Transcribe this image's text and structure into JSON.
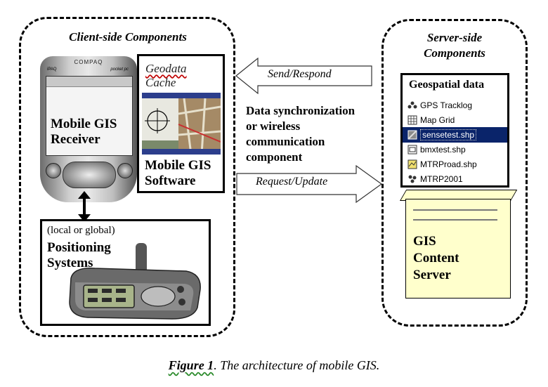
{
  "client": {
    "title": "Client-side Components",
    "receiver_label": [
      "Mobile GIS",
      "Receiver"
    ],
    "pda_brand": "COMPAQ",
    "pda_model": "iPAQ",
    "pda_os": "pocket pc",
    "cache_label": [
      "Geodata",
      "Cache"
    ],
    "software_label": [
      "Mobile GIS",
      "Software"
    ],
    "positioning_sub": "(local or global)",
    "positioning_label": [
      "Positioning",
      "Systems"
    ]
  },
  "middle": {
    "send_label": "Send/Respond",
    "sync_label": [
      "Data synchronization",
      "or wireless",
      "communication",
      "component"
    ],
    "request_label": "Request/Update"
  },
  "server": {
    "title": [
      "Server-side",
      "Components"
    ],
    "geodata_title": "Geospatial data",
    "layers": [
      {
        "name": "GPS Tracklog",
        "icon": "gps-tracklog-icon",
        "selected": false
      },
      {
        "name": "Map Grid",
        "icon": "map-grid-icon",
        "selected": false
      },
      {
        "name": "sensetest.shp",
        "icon": "raster-layer-icon",
        "selected": true
      },
      {
        "name": "bmxtest.shp",
        "icon": "raster-layer-icon",
        "selected": false
      },
      {
        "name": "MTRProad.shp",
        "icon": "road-layer-icon",
        "selected": false
      },
      {
        "name": "MTRP2001",
        "icon": "point-layer-icon",
        "selected": false
      }
    ],
    "server_label": [
      "GIS",
      "Content",
      "Server"
    ]
  },
  "caption": {
    "figure": "Figure 1",
    "text": ".  The architecture of mobile GIS."
  },
  "colors": {
    "selected_row": "#0a246a",
    "server_fill": "#ffffcc"
  }
}
